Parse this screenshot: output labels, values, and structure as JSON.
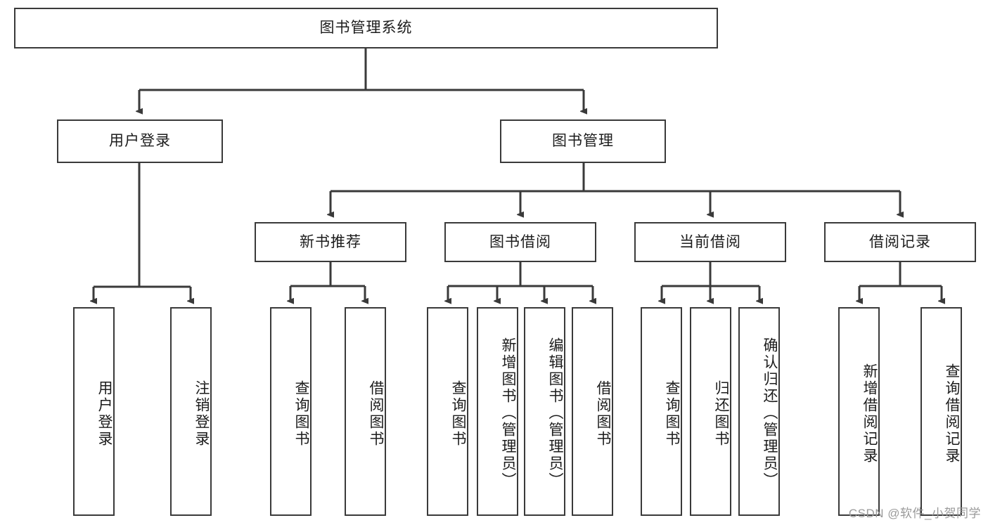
{
  "diagram": {
    "title": "图书管理系统",
    "type": "tree",
    "line_color": "#3a3a3a",
    "box_fill": "#ffffff",
    "text_color": "#1c1c1c"
  },
  "root": {
    "label": "图书管理系统"
  },
  "level2": [
    {
      "label": "用户登录"
    },
    {
      "label": "图书管理"
    }
  ],
  "level3": [
    {
      "label": "新书推荐"
    },
    {
      "label": "图书借阅"
    },
    {
      "label": "当前借阅"
    },
    {
      "label": "借阅记录"
    }
  ],
  "leaves": {
    "user_login": [
      {
        "label": "用户登录"
      },
      {
        "label": "注销登录"
      }
    ],
    "new_book_recommend": [
      {
        "label": "查询图书"
      },
      {
        "label": "借阅图书"
      }
    ],
    "book_borrow": [
      {
        "label": "查询图书"
      },
      {
        "label": "新增图书（管理员）"
      },
      {
        "label": "编辑图书（管理员）"
      },
      {
        "label": "借阅图书"
      }
    ],
    "current_borrow": [
      {
        "label": "查询图书"
      },
      {
        "label": "归还图书"
      },
      {
        "label": "确认归还（管理员）"
      }
    ],
    "borrow_record": [
      {
        "label": "新增借阅记录"
      },
      {
        "label": "查询借阅记录"
      }
    ]
  },
  "watermark": {
    "text": "CSDN @软件_小贺同学"
  }
}
